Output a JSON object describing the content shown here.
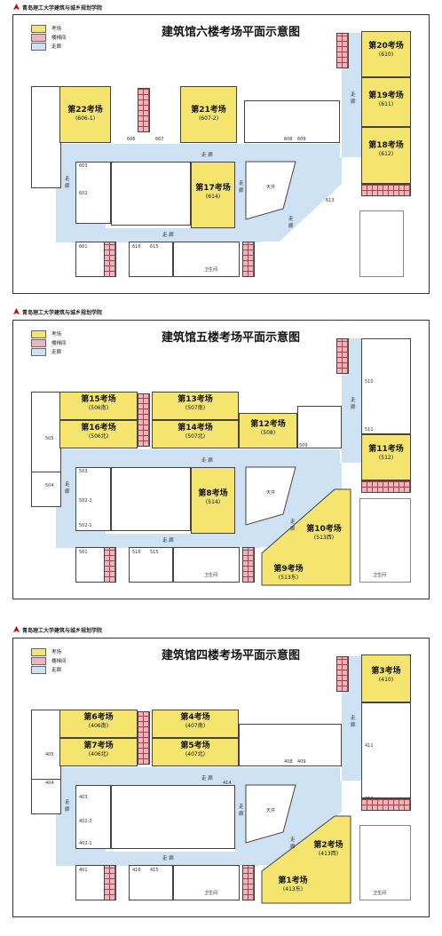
{
  "header_text": "青岛理工大学建筑与城乡规划学院",
  "legend": {
    "exam": "考场",
    "stair": "楼梯间",
    "corridor": "走廊"
  },
  "common": {
    "corridor": "走 廊",
    "courtyard": "天井",
    "toilet": "卫生间"
  },
  "floor6": {
    "title": "建筑馆六楼考场平面示意图",
    "r22": {
      "name": "第22考场",
      "room": "(606-1)"
    },
    "r21": {
      "name": "第21考场",
      "room": "(607-2)"
    },
    "r20": {
      "name": "第20考场",
      "room": "(610)"
    },
    "r19": {
      "name": "第19考场",
      "room": "(611)"
    },
    "r18": {
      "name": "第18考场",
      "room": "(612)"
    },
    "r17": {
      "name": "第17考场",
      "room": "(614)"
    },
    "nums": {
      "a": "606",
      "b": "607",
      "c": "608",
      "d": "609",
      "e": "603",
      "f": "602",
      "g": "601",
      "h": "616",
      "i": "615",
      "j": "613"
    }
  },
  "floor5": {
    "title": "建筑馆五楼考场平面示意图",
    "r15": {
      "name": "第15考场",
      "room": "(506南)"
    },
    "r16": {
      "name": "第16考场",
      "room": "(506北)"
    },
    "r13": {
      "name": "第13考场",
      "room": "(507南)"
    },
    "r14": {
      "name": "第14考场",
      "room": "(507北)"
    },
    "r12": {
      "name": "第12考场",
      "room": "(508)"
    },
    "r11": {
      "name": "第11考场",
      "room": "(512)"
    },
    "r10": {
      "name": "第10考场",
      "room": "(513西)"
    },
    "r9": {
      "name": "第9考场",
      "room": "(513东)"
    },
    "r8": {
      "name": "第8考场",
      "room": "(514)"
    },
    "nums": {
      "a": "505",
      "b": "504",
      "c": "503",
      "d": "502-2",
      "e": "502-1",
      "f": "501",
      "g": "516",
      "h": "515",
      "i": "509",
      "j": "510",
      "k": "511"
    }
  },
  "floor4": {
    "title": "建筑馆四楼考场平面示意图",
    "r6": {
      "name": "第6考场",
      "room": "(406南)"
    },
    "r7": {
      "name": "第7考场",
      "room": "(406北)"
    },
    "r4": {
      "name": "第4考场",
      "room": "(407南)"
    },
    "r5": {
      "name": "第5考场",
      "room": "(407北)"
    },
    "r3": {
      "name": "第3考场",
      "room": "(410)"
    },
    "r2": {
      "name": "第2考场",
      "room": "(413西)"
    },
    "r1": {
      "name": "第1考场",
      "room": "(413东)"
    },
    "nums": {
      "a": "405",
      "b": "404",
      "c": "403",
      "d": "402-2",
      "e": "402-1",
      "f": "401",
      "g": "416",
      "h": "415",
      "i": "414",
      "j": "408",
      "k": "409",
      "l": "411",
      "m": "412"
    }
  },
  "colors": {
    "exam": "#f5e46e",
    "stair": "#f2b3bd",
    "corridor": "#cfe2f3"
  }
}
